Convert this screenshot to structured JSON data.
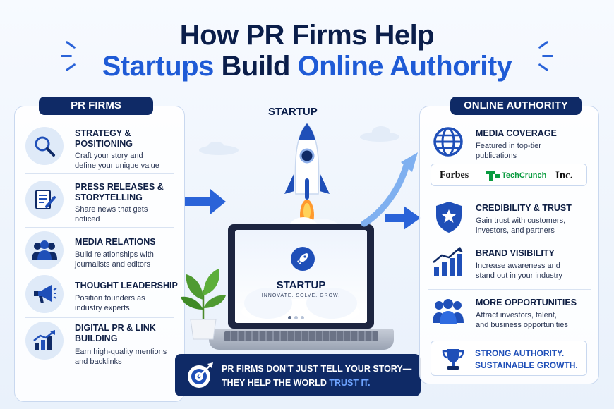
{
  "title": {
    "line1": "How PR Firms Help",
    "line2_a": "Startups",
    "line2_b": "Build",
    "line2_c": "Online Authority"
  },
  "left": {
    "header": "PR FIRMS",
    "items": [
      {
        "icon": "magnifier-icon",
        "title_1": "STRATEGY &",
        "title_2": "POSITIONING",
        "desc_1": "Craft your story and",
        "desc_2": "define your unique value"
      },
      {
        "icon": "document-pen-icon",
        "title_1": "PRESS RELEASES &",
        "title_2": "STORYTELLING",
        "desc_1": "Share news that gets",
        "desc_2": "noticed"
      },
      {
        "icon": "people-group-icon",
        "title_1": "MEDIA RELATIONS",
        "title_2": "",
        "desc_1": "Build relationships with",
        "desc_2": "journalists and editors"
      },
      {
        "icon": "megaphone-icon",
        "title_1": "THOUGHT LEADERSHIP",
        "title_2": "",
        "desc_1": "Position founders as",
        "desc_2": "industry experts"
      },
      {
        "icon": "growth-chart-icon",
        "title_1": "DIGITAL PR & LINK",
        "title_2": "BUILDING",
        "desc_1": "Earn high-quality mentions",
        "desc_2": "and backlinks"
      }
    ]
  },
  "center": {
    "label": "STARTUP",
    "screen_word": "STARTUP",
    "screen_tagline": "INNOVATE. SOLVE. GROW.",
    "quote_1a": "PR FIRMS DON'T JUST TELL YOUR STORY—",
    "quote_2a": "THEY HELP THE WORLD ",
    "quote_2b": "TRUST IT."
  },
  "right": {
    "header": "ONLINE AUTHORITY",
    "items": [
      {
        "icon": "globe-icon",
        "title": "MEDIA COVERAGE",
        "desc_1": "Featured in top-tier",
        "desc_2": "publications",
        "desc_3": ""
      },
      {
        "icon": "shield-star-icon",
        "title": "CREDIBILITY & TRUST",
        "desc_1": "Gain trust with customers,",
        "desc_2": "investors, and partners",
        "desc_3": ""
      },
      {
        "icon": "bar-chart-arrow-icon",
        "title": "BRAND VISIBILITY",
        "desc_1": "Increase awareness and",
        "desc_2": "stand out in your industry",
        "desc_3": ""
      },
      {
        "icon": "people-group-icon",
        "title": "MORE OPPORTUNITIES",
        "desc_1": "Attract investors, talent,",
        "desc_2": "and business opportunities",
        "desc_3": ""
      }
    ],
    "logos": {
      "forbes": "Forbes",
      "techcrunch": "TechCrunch",
      "inc": "Inc."
    },
    "authority_1": "STRONG AUTHORITY.",
    "authority_2": "SUSTAINABLE GROWTH."
  },
  "colors": {
    "navy": "#0f2a66",
    "blue": "#1f5bd6",
    "light_blue": "#dfeaf8",
    "arrow": "#2a63d8"
  }
}
